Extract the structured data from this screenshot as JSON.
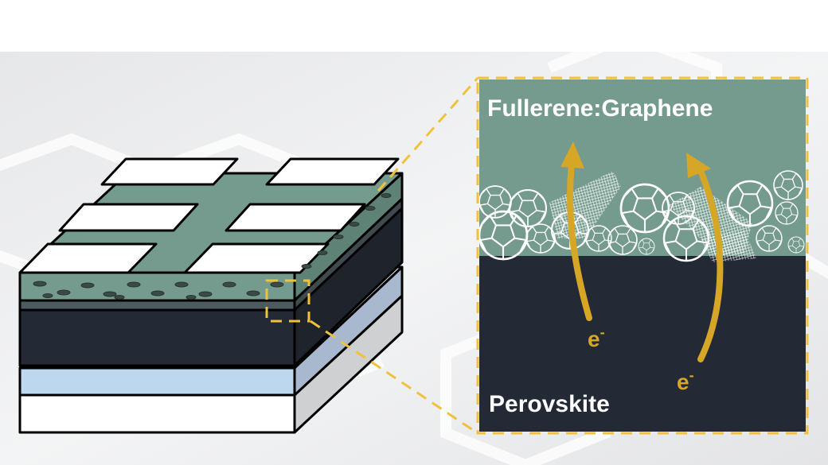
{
  "inset": {
    "top_label": "Fullerene:Graphene",
    "bottom_label": "Perovskite",
    "electron_label_1": "e",
    "electron_label_2": "e",
    "electron_superscript": "-"
  },
  "colors": {
    "fullerene_layer": "#749b8e",
    "perovskite_layer": "#232a36",
    "arrow": "#d6a626",
    "highlight_box": "#f0c23c",
    "glass_blue": "#bdd7ee",
    "substrate_white": "#ffffff",
    "electrode": "#ffffff"
  },
  "icons": [
    "fullerene-molecule-icon",
    "graphene-sheet-icon",
    "electron-arrow-icon"
  ]
}
